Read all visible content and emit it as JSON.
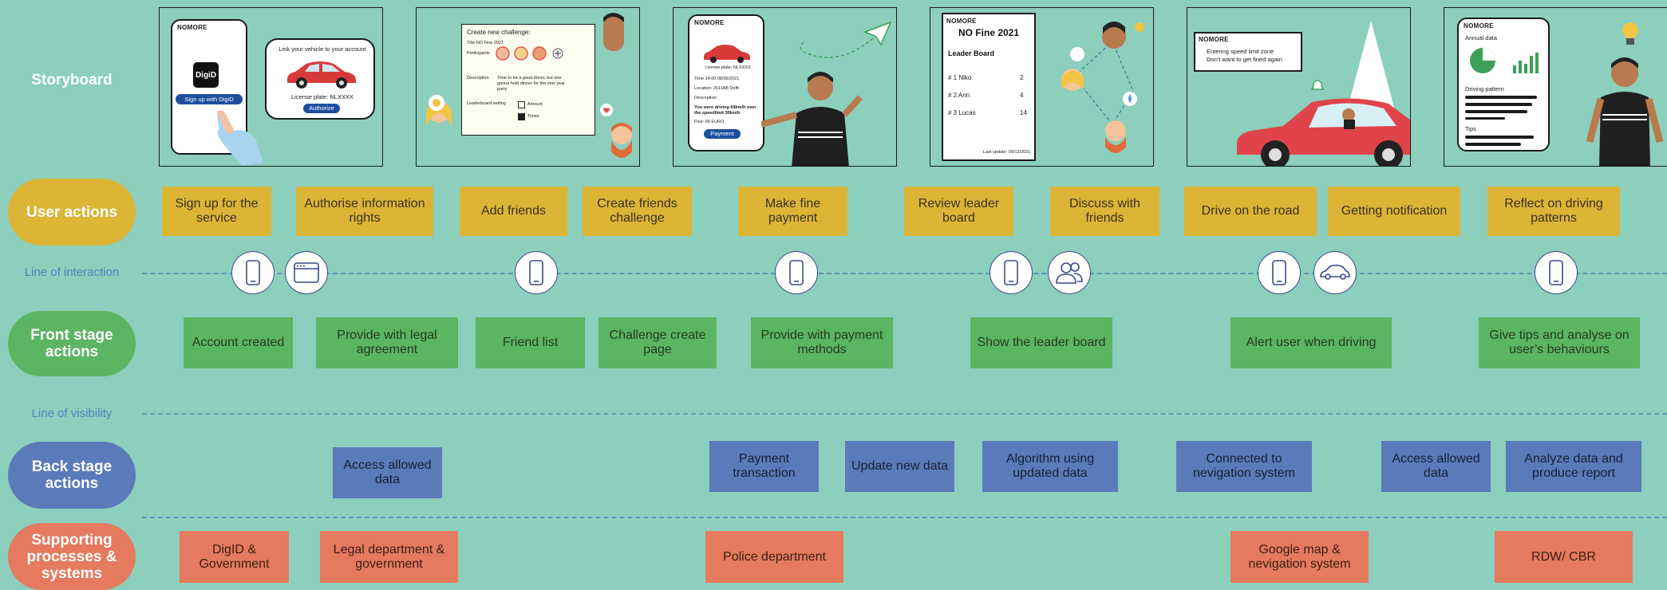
{
  "lanes": {
    "storyboard": "Storyboard",
    "user_actions": "User actions",
    "front_stage": "Front stage actions",
    "back_stage": "Back stage actions",
    "supporting": "Supporting processes & systems"
  },
  "lines": {
    "interaction": "Line of interaction",
    "visibility": "Line of visibility"
  },
  "storyboard": {
    "brand": "NOMORE",
    "p1_link": "Link your vehicle to your account",
    "p1_digid": "DigiD",
    "p1_signup": "Sign up with DigiD",
    "p1_plate": "License plate: NLXXXX",
    "p1_authorize": "Authorize",
    "p2_title": "Create new challenge:",
    "p2_name": "Title NO Fine 2021",
    "p2_participants": "Participants",
    "p2_desc_label": "Description",
    "p2_desc": "Time to be a good driver, but one gonna hold dinner for the new year party",
    "p2_setting": "Leaderboard setting",
    "p2_amount": "Amount",
    "p2_times": "Times",
    "p3_plate": "License plate: NLXXXX",
    "p3_time": "Time 14:00 08/06/2021",
    "p3_location": "Location: 2611AB Delft",
    "p3_desc_label": "Description:",
    "p3_desc": "You were driving 69km/h over the speedlimit 30km/h",
    "p3_fine": "Fine: 96 EURO",
    "p3_payment": "Payment",
    "p4_title": "NO Fine 2021",
    "p4_board": "Leader Board",
    "p4_rows": [
      {
        "name": "# 1 Niko",
        "score": "2"
      },
      {
        "name": "# 2 Ann",
        "score": "4"
      },
      {
        "name": "# 3 Lucas",
        "score": "14"
      }
    ],
    "p4_update": "Last update: 09/12/2021",
    "p5_alert_1": "Entering speed limit zone",
    "p5_alert_2": "Don't want to get fined again",
    "p6_annual": "Annual data",
    "p6_driving": "Driving pattern",
    "p6_tips": "Tips"
  },
  "user_actions": [
    "Sign up for the service",
    "Authorise information rights",
    "Add friends",
    "Create friends challenge",
    "Make fine payment",
    "Review leader board",
    "Discuss with friends",
    "Drive on the road",
    "Getting notification",
    "Reflect on driving patterns"
  ],
  "front_stage": [
    "Account created",
    "Provide with legal agreement",
    "Friend list",
    "Challenge create page",
    "Provide with payment methods",
    "Show the leader board",
    "Alert user when driving",
    "Give tips and analyse on user’s behaviours"
  ],
  "back_stage": [
    "Access allowed data",
    "Payment transaction",
    "Update new data",
    "Algorithm using updated data",
    "Connected to nevigation system",
    "Access allowed data",
    "Analyze data and produce report"
  ],
  "supporting": [
    "DigID & Government",
    "Legal department & government",
    "Police department",
    "Google map & nevigation system",
    "RDW/ CBR"
  ],
  "interaction_icons": [
    "phone-icon",
    "browser-icon",
    "phone-icon",
    "phone-icon",
    "phone-icon",
    "people-icon",
    "phone-icon",
    "car-icon",
    "phone-icon"
  ],
  "colors": {
    "background": "#8ccfbd",
    "user": "#dcb537",
    "front": "#5bb562",
    "back": "#5a7bb9",
    "support": "#e57a5e"
  }
}
